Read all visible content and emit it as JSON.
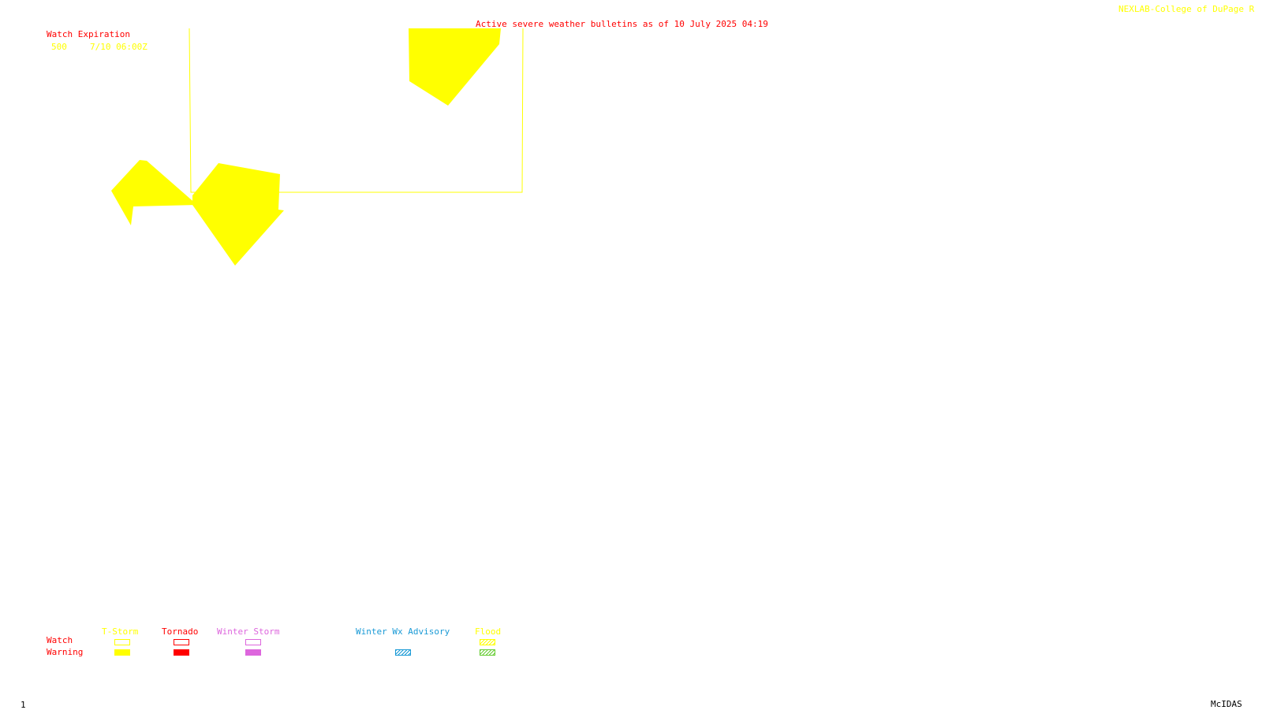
{
  "header": {
    "title": "Active severe weather bulletins as of 10 July 2025 04:19",
    "credit": "NEXLAB-College of DuPage R"
  },
  "watch_table": {
    "heading": "Watch Expiration",
    "rows": [
      {
        "number": "500",
        "expiration": "7/10 06:00Z"
      }
    ]
  },
  "legend": {
    "row_labels": {
      "watch": "Watch",
      "warning": "Warning"
    },
    "categories": [
      {
        "label": "T-Storm",
        "color": "#ffff00",
        "watch_style": "outline",
        "warning_style": "solid"
      },
      {
        "label": "Tornado",
        "color": "#ff0000",
        "watch_style": "outline",
        "warning_style": "solid"
      },
      {
        "label": "Winter Storm",
        "color": "#dd66dd",
        "watch_style": "outline",
        "warning_style": "solid"
      },
      {
        "label": "Winter Wx Advisory",
        "color": "#1a9ad6",
        "watch_style": "none",
        "warning_style": "hatched"
      },
      {
        "label": "Flood",
        "color": "#ffff00",
        "watch_style": "hatched",
        "warning_style": "hatched",
        "warning_color": "#66cc33"
      }
    ]
  },
  "footer": {
    "frame_number": "1",
    "software": "McIDAS"
  },
  "colors": {
    "title": "#ff0000",
    "credit": "#ffff00",
    "watch_outline": "#ffff00",
    "thunderstorm_warning_fill": "#ffff00",
    "footer_text": "#000000",
    "background": "#ffffff"
  }
}
